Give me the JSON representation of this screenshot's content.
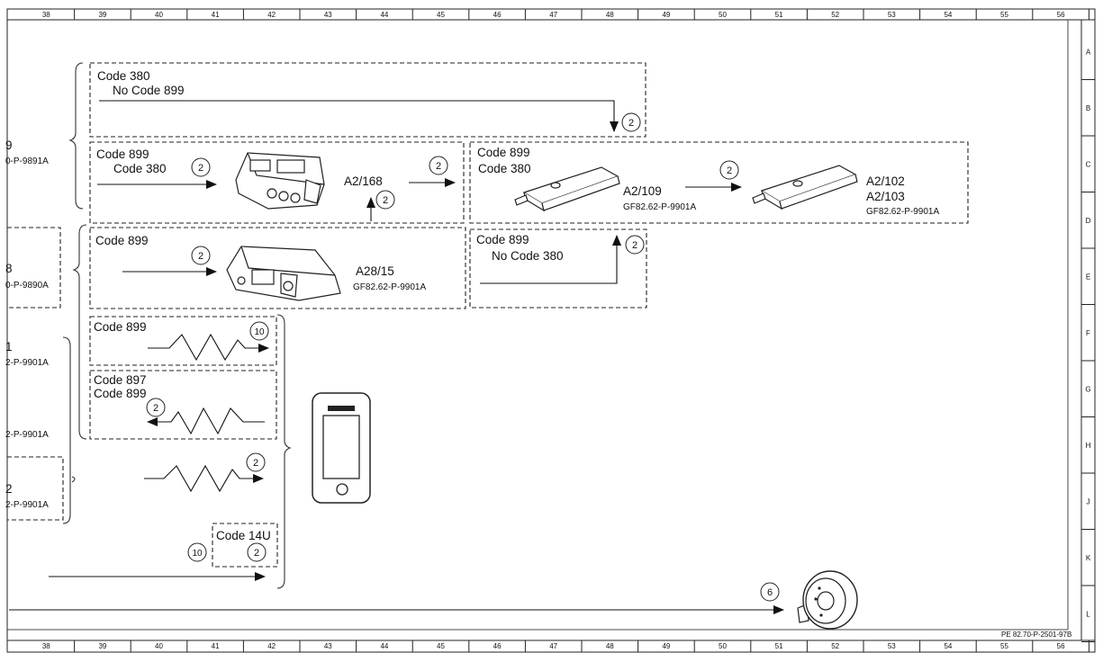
{
  "columns": [
    "38",
    "39",
    "40",
    "41",
    "42",
    "43",
    "44",
    "45",
    "46",
    "47",
    "48",
    "49",
    "50",
    "51",
    "52",
    "53",
    "54",
    "55",
    "56"
  ],
  "rows": [
    "A",
    "B",
    "C",
    "D",
    "E",
    "F",
    "G",
    "H",
    "J",
    "K",
    "L"
  ],
  "reference": "PE 82.70-P-2501-97B",
  "left_stubs": {
    "s1_num": "9",
    "s1_code": "0-P-9891A",
    "s2_num": "8",
    "s2_code": "0-P-9890A",
    "s3_num": "1",
    "s3_code": "2-P-9901A",
    "s4_code": "2-P-9901A",
    "s5_num": "2",
    "s5_code": "2-P-9901A"
  },
  "box1": {
    "code": "Code 380",
    "sub": "No  Code 899",
    "ref": "2"
  },
  "box2": {
    "code": "Code 899",
    "sub": "Code 380",
    "ref_in": "2",
    "component": "A2/168",
    "ref_up": "2",
    "ref_out": "2"
  },
  "box3": {
    "code": "Code 899",
    "sub": "Code 380",
    "comp1": "A2/109",
    "pn1": "GF82.62-P-9901A",
    "ref_mid": "2",
    "comp2a": "A2/102",
    "comp2b": "A2/103",
    "pn2": "GF82.62-P-9901A"
  },
  "box4": {
    "code": "Code 899",
    "ref": "2",
    "component": "A28/15",
    "pn": "GF82.62-P-9901A"
  },
  "box5": {
    "code": "Code 899",
    "sub": "No Code 380",
    "ref": "2"
  },
  "box6": {
    "code": "Code 899",
    "ref": "10"
  },
  "box7": {
    "code1": "Code 897",
    "code2": "Code 899",
    "ref": "2"
  },
  "wave3": {
    "ref": "2"
  },
  "box8": {
    "code": "Code 14U",
    "ref": "2",
    "ref_left": "10"
  },
  "bottom": {
    "ref": "6"
  },
  "icons": [
    "mobile-phone-icon",
    "control-unit-icon",
    "antenna-module-icon",
    "speaker-icon"
  ]
}
